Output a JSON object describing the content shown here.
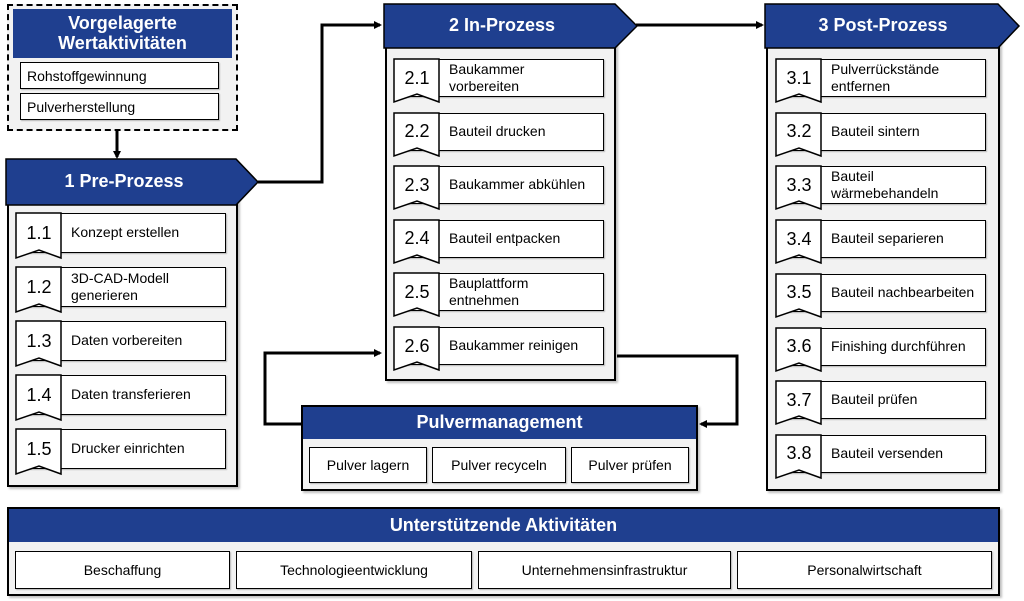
{
  "vorgelagert": {
    "title": "Vorgelagerte Wertaktivitäten",
    "items": [
      "Rohstoffgewinnung",
      "Pulverherstellung"
    ]
  },
  "pre": {
    "title": "1 Pre-Prozess",
    "steps": [
      {
        "num": "1.1",
        "label": "Konzept erstellen"
      },
      {
        "num": "1.2",
        "label": "3D-CAD-Modell generieren"
      },
      {
        "num": "1.3",
        "label": "Daten vorbereiten"
      },
      {
        "num": "1.4",
        "label": "Daten transferieren"
      },
      {
        "num": "1.5",
        "label": "Drucker einrichten"
      }
    ]
  },
  "in": {
    "title": "2 In-Prozess",
    "steps": [
      {
        "num": "2.1",
        "label": "Baukammer vorbereiten"
      },
      {
        "num": "2.2",
        "label": "Bauteil drucken"
      },
      {
        "num": "2.3",
        "label": "Baukammer abkühlen"
      },
      {
        "num": "2.4",
        "label": "Bauteil entpacken"
      },
      {
        "num": "2.5",
        "label": "Bauplattform entnehmen"
      },
      {
        "num": "2.6",
        "label": "Baukammer reinigen"
      }
    ]
  },
  "post": {
    "title": "3 Post-Prozess",
    "steps": [
      {
        "num": "3.1",
        "label": "Pulverrückstände entfernen"
      },
      {
        "num": "3.2",
        "label": "Bauteil sintern"
      },
      {
        "num": "3.3",
        "label": "Bauteil wärmebehandeln"
      },
      {
        "num": "3.4",
        "label": "Bauteil separieren"
      },
      {
        "num": "3.5",
        "label": "Bauteil nachbearbeiten"
      },
      {
        "num": "3.6",
        "label": "Finishing durchführen"
      },
      {
        "num": "3.7",
        "label": "Bauteil prüfen"
      },
      {
        "num": "3.8",
        "label": "Bauteil versenden"
      }
    ]
  },
  "pulver": {
    "title": "Pulvermanagement",
    "items": [
      "Pulver lagern",
      "Pulver recyceln",
      "Pulver prüfen"
    ]
  },
  "support": {
    "title": "Unterstützende Aktivitäten",
    "items": [
      "Beschaffung",
      "Technologieentwicklung",
      "Unternehmensinfrastruktur",
      "Personalwirtschaft"
    ]
  },
  "colors": {
    "header": "#1f3f8f",
    "panel": "#f2f2f2"
  }
}
